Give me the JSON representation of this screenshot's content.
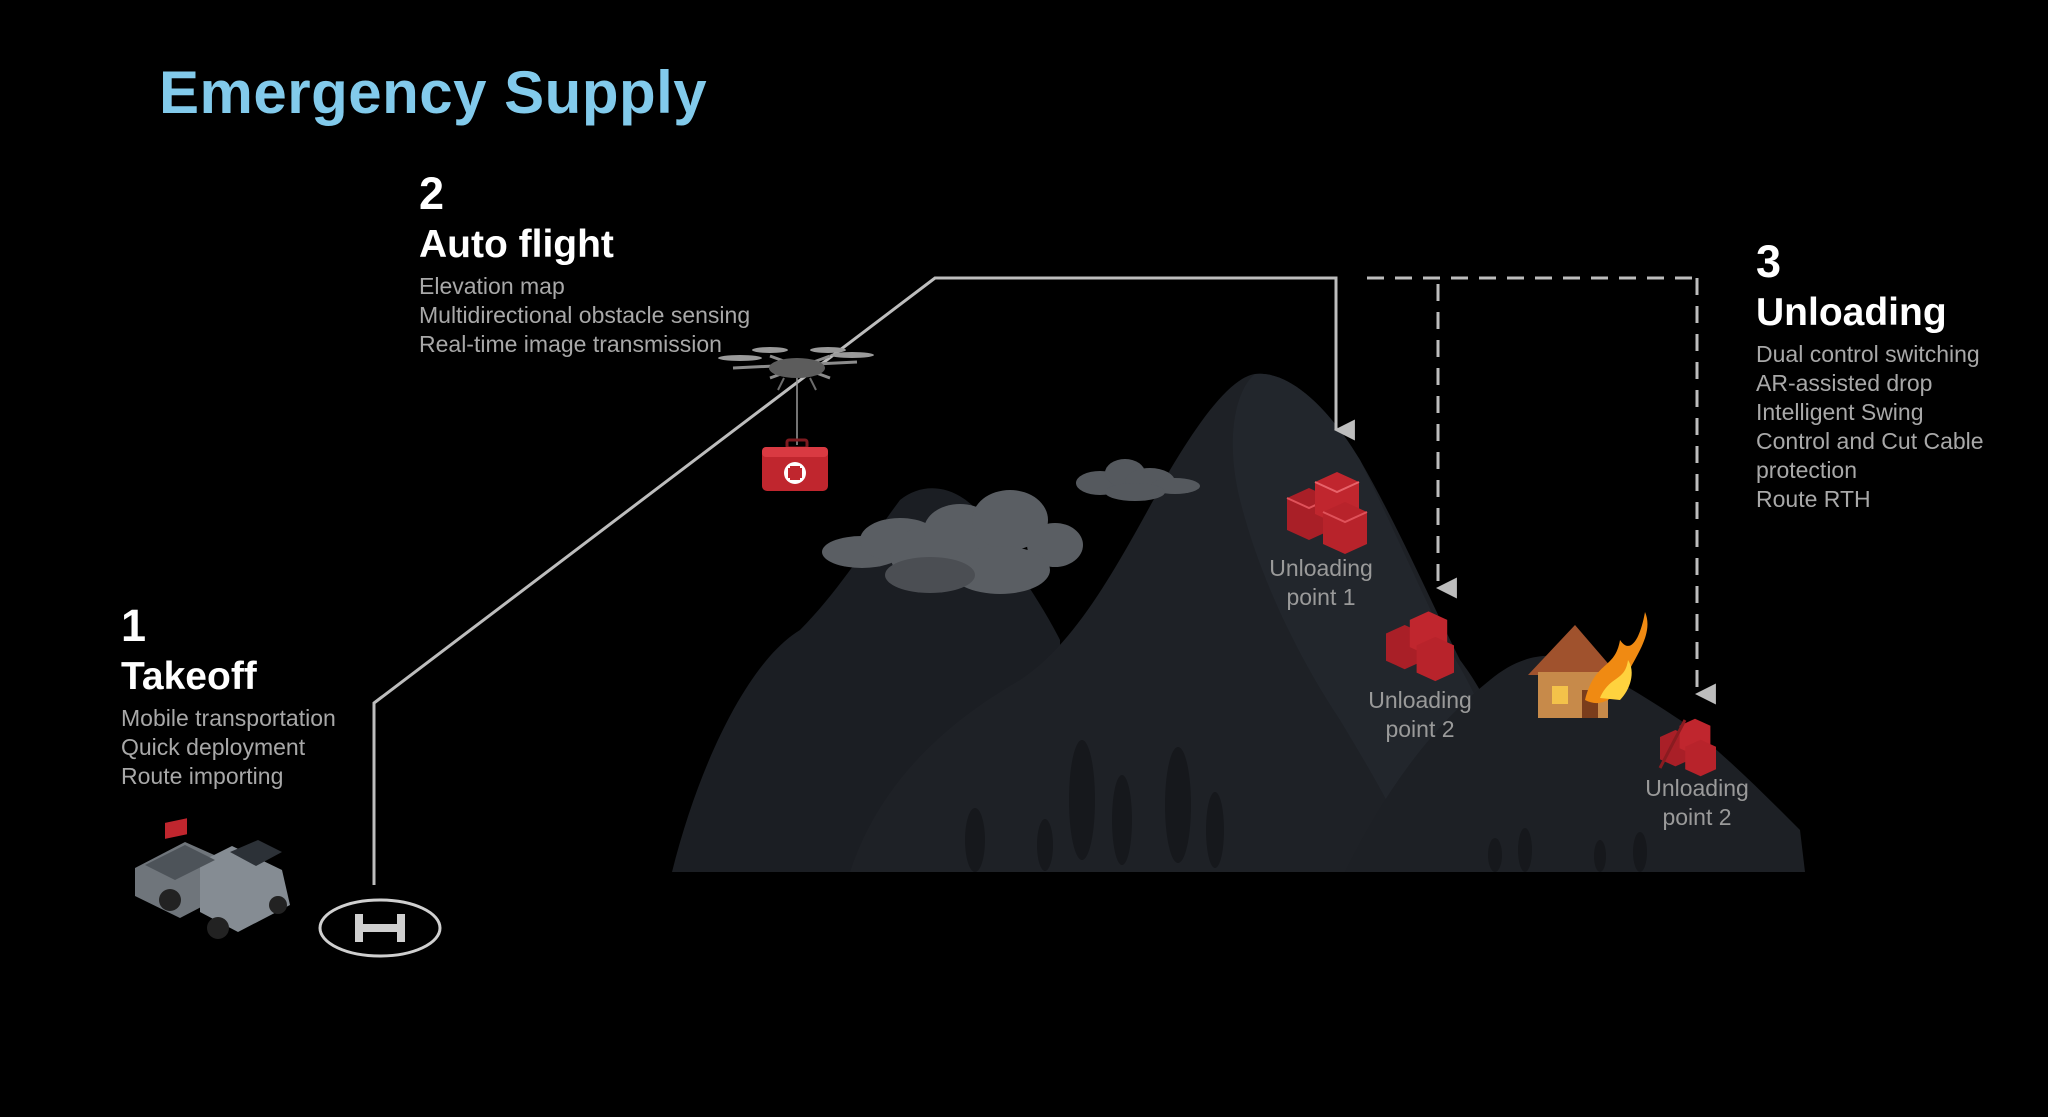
{
  "title": "Emergency Supply",
  "steps": [
    {
      "number": "1",
      "heading": "Takeoff",
      "features": [
        "Mobile transportation",
        "Quick deployment",
        "Route importing"
      ]
    },
    {
      "number": "2",
      "heading": "Auto flight",
      "features": [
        "Elevation map",
        "Multidirectional obstacle sensing",
        "Real-time image transmission"
      ]
    },
    {
      "number": "3",
      "heading": "Unloading",
      "features": [
        "Dual control switching",
        "AR-assisted drop",
        "Intelligent Swing",
        "Control and Cut Cable",
        "protection",
        "Route RTH"
      ]
    }
  ],
  "unloading_points": [
    {
      "line1": "Unloading",
      "line2": "point 1"
    },
    {
      "line1": "Unloading",
      "line2": "point 2"
    },
    {
      "line1": "Unloading",
      "line2": "point 2"
    }
  ],
  "icons": [
    "pickup-truck-icon",
    "helipad-icon",
    "drone-icon",
    "first-aid-kit-icon",
    "supply-boxes-icon",
    "burning-house-icon",
    "cloud-icon",
    "mountain-icon"
  ],
  "colors": {
    "title": "#82caeb",
    "route": "#bdbdbd",
    "mountain": "#1c1f24",
    "supply": "#c0262e",
    "fire": "#f08a12"
  }
}
